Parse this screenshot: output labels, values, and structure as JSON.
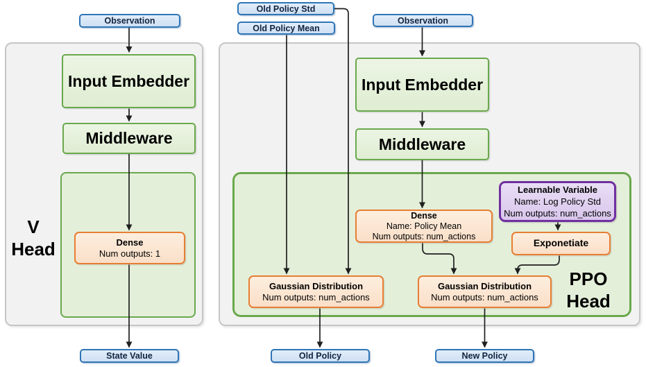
{
  "colors": {
    "blue_border": "#2e75b6",
    "blue_fill": "#d8e6f6",
    "green_border": "#6aa84c",
    "green_fill": "#e4efda",
    "orange_border": "#e67e33",
    "orange_fill": "#fbe3d1",
    "purple_border": "#7030a0",
    "purple_fill": "#e0d0ee",
    "panel_fill": "#f2f2f2",
    "panel_border": "#c6c6c6",
    "arrow": "#1f1f1f"
  },
  "io": {
    "observation_v": "Observation",
    "observation_ppo": "Observation",
    "old_policy_std": "Old Policy Std",
    "old_policy_mean": "Old Policy Mean",
    "state_value": "State Value",
    "old_policy": "Old Policy",
    "new_policy": "New Policy"
  },
  "v_network": {
    "input_embedder": "Input Embedder",
    "middleware": "Middleware",
    "head": {
      "line1": "V",
      "line2": "Head"
    },
    "dense": {
      "title": "Dense",
      "outputs": "Num outputs: 1"
    }
  },
  "ppo_network": {
    "input_embedder": "Input Embedder",
    "middleware": "Middleware",
    "head": {
      "line1": "PPO",
      "line2": "Head"
    },
    "dense": {
      "title": "Dense",
      "name": "Name: Policy Mean",
      "outputs": "Num outputs: num_actions"
    },
    "learnable_variable": {
      "title": "Learnable Variable",
      "name": "Name: Log Policy Std",
      "outputs": "Num outputs: num_actions"
    },
    "exponetiate": "Exponetiate",
    "gaussian_old": {
      "title": "Gaussian Distribution",
      "outputs": "Num outputs: num_actions"
    },
    "gaussian_new": {
      "title": "Gaussian Distribution",
      "outputs": "Num outputs: num_actions"
    }
  }
}
